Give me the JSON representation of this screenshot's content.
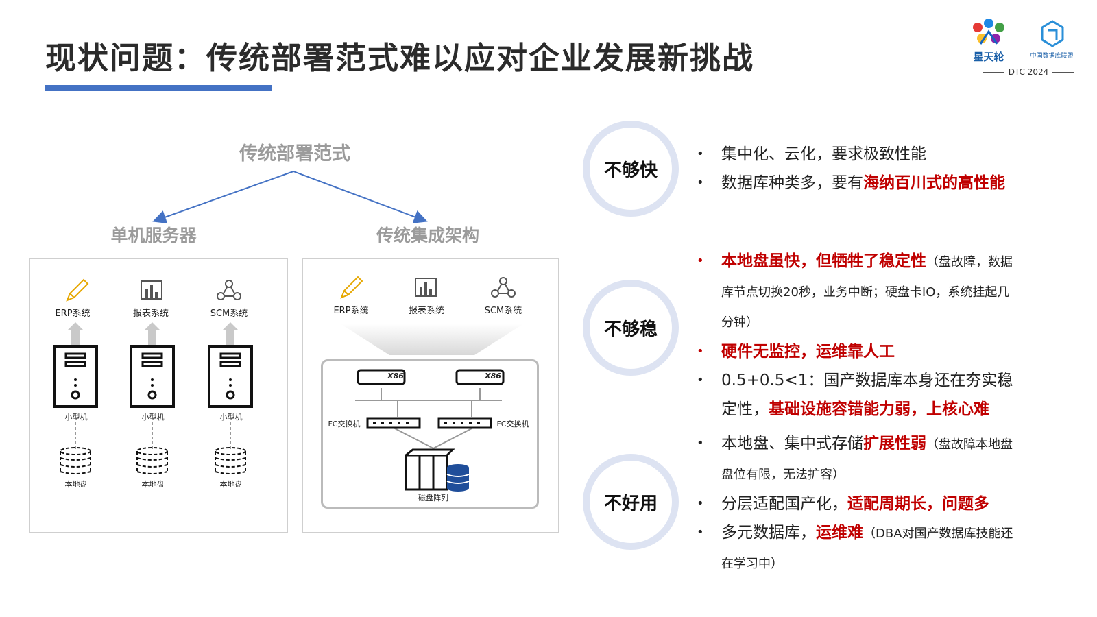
{
  "title": "现状问题：传统部署范式难以应对企业发展新挑战",
  "logo": {
    "brand": "星天轮",
    "org": "中国数据库联盟",
    "event": "DTC 2024"
  },
  "diagram": {
    "root": "传统部署范式",
    "branch_left": "单机服务器",
    "branch_right": "传统集成架构",
    "apps": [
      "ERP系统",
      "报表系统",
      "SCM系统"
    ],
    "server_label": "小型机",
    "disk_label": "本地盘",
    "x86_label": "X86",
    "fc_switch_label": "FC交换机",
    "storage_label": "磁盘阵列"
  },
  "issues": [
    {
      "tag": "不够快",
      "bullets": [
        {
          "parts": [
            {
              "t": "集中化、云化，要求极致性能"
            }
          ]
        },
        {
          "parts": [
            {
              "t": "数据库种类多，要有"
            },
            {
              "t": "海纳百川式的高性能",
              "red": true
            }
          ]
        }
      ]
    },
    {
      "tag": "不够稳",
      "bullets": [
        {
          "red_dot": true,
          "parts": [
            {
              "t": "本地盘虽快，但牺牲了稳定性",
              "red": true
            },
            {
              "t": "（盘故障，数据库节点切换20秒，业务中断；硬盘卡IO，系统挂起几分钟）",
              "sm": true
            }
          ]
        },
        {
          "red_dot": true,
          "parts": [
            {
              "t": "硬件无监控，运维靠人工",
              "red": true
            }
          ]
        },
        {
          "parts": [
            {
              "t": "0.5+0.5<1：国产数据库本身还在夯实稳定性，"
            },
            {
              "t": "基础设施容错能力弱，上核心难",
              "red": true
            }
          ]
        }
      ]
    },
    {
      "tag": "不好用",
      "bullets": [
        {
          "parts": [
            {
              "t": "本地盘、集中式存储"
            },
            {
              "t": "扩展性弱",
              "red": true
            },
            {
              "t": "（盘故障本地盘盘位有限，无法扩容）",
              "sm": true
            }
          ]
        },
        {
          "parts": [
            {
              "t": "分层适配国产化，"
            },
            {
              "t": "适配周期长，问题多",
              "red": true
            }
          ]
        },
        {
          "parts": [
            {
              "t": "多元数据库，"
            },
            {
              "t": "运维难",
              "red": true
            },
            {
              "t": "（DBA对国产数据库技能还在学习中）",
              "sm": true
            }
          ]
        }
      ]
    }
  ],
  "colors": {
    "accent": "#4472c4",
    "red": "#c00000",
    "ring": "#dde3f2",
    "grey_text": "#9b9b9b"
  }
}
